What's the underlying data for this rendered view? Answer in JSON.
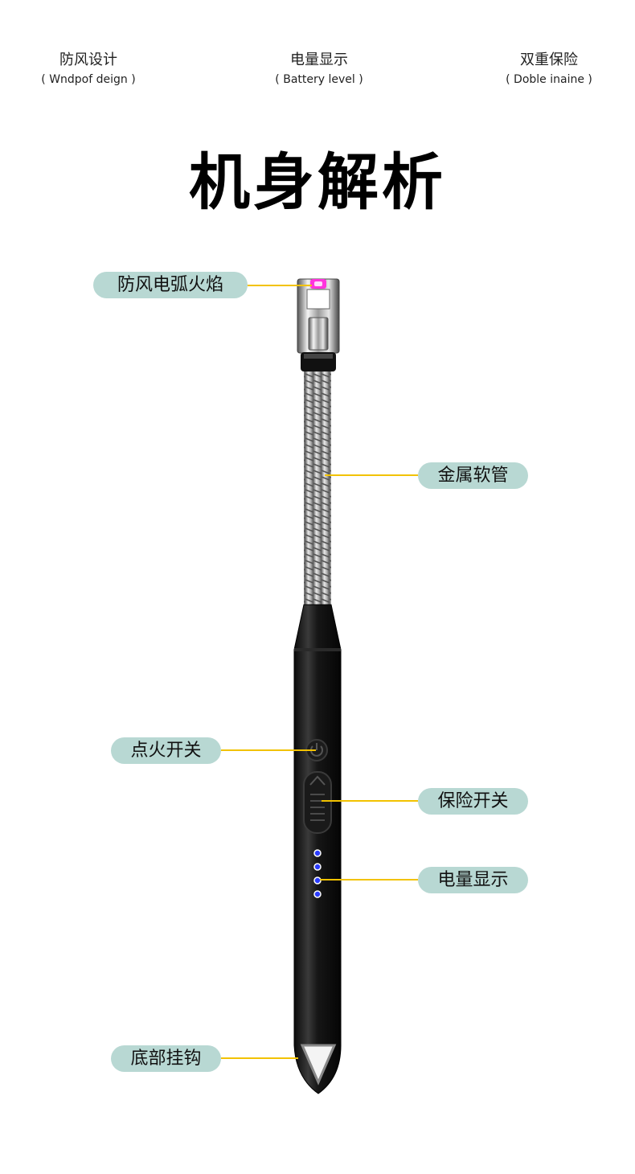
{
  "features": [
    {
      "zh": "防风设计",
      "en": "( Wndpof deign )"
    },
    {
      "zh": "电量显示",
      "en": "( Battery level )"
    },
    {
      "zh": "双重保险",
      "en": "( Doble inaine )"
    }
  ],
  "title": "机身解析",
  "callouts": {
    "arc_flame": "防风电弧火焰",
    "metal_hose": "金属软管",
    "ignition_switch": "点火开关",
    "safety_switch": "保险开关",
    "battery_display": "电量显示",
    "bottom_hook": "底部挂钩"
  },
  "colors": {
    "pill_bg": "#b8d8d3",
    "leader": "#f2c200",
    "arc": "#ff33dd",
    "led": "#2b3cff",
    "body": "#111111"
  },
  "battery_led_count": 4
}
